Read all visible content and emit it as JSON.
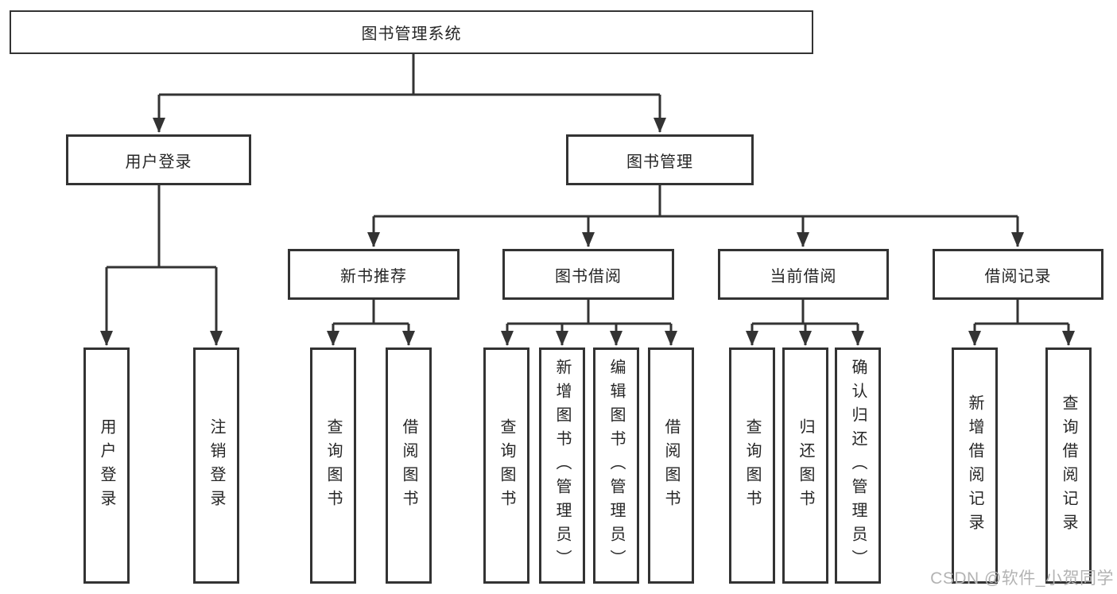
{
  "diagram": {
    "type": "hierarchy-tree",
    "root": "图书管理系统",
    "level2": {
      "user_login": "用户登录",
      "book_mgmt": "图书管理"
    },
    "level3": {
      "new_books": "新书推荐",
      "book_borrow": "图书借阅",
      "current_borrow": "当前借阅",
      "borrow_records": "借阅记录"
    },
    "leaves": {
      "user_login": [
        "用户登录",
        "注销登录"
      ],
      "new_books": [
        "查询图书",
        "借阅图书"
      ],
      "book_borrow": [
        "查询图书",
        "新增图书（管理员）",
        "编辑图书（管理员）",
        "借阅图书"
      ],
      "current_borrow": [
        "查询图书",
        "归还图书",
        "确认归还（管理员）"
      ],
      "borrow_records": [
        "新增借阅记录",
        "查询借阅记录"
      ]
    }
  },
  "watermark": "CSDN @软件_小贺同学",
  "colors": {
    "line": "#333333",
    "text": "#262626",
    "background": "#ffffff",
    "watermark": "#b3b3b3"
  }
}
